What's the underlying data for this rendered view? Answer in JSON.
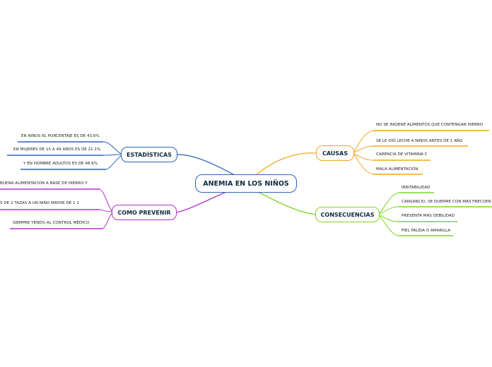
{
  "central": {
    "label": "ANEMIA EN LOS NIÑOS",
    "color": "#2b63b8"
  },
  "branches": {
    "estadisticas": {
      "label": "ESTADÍSTICAS",
      "color": "#2b63b8",
      "items": [
        "EN NIÑOS EL PORCENTAJE ES DE 43.6%",
        "EN MUJERES DE 15 A 49 AÑOS ES DE 21.1%",
        "Y EN HOMBRE ADULTOS ES DE 48.6%"
      ]
    },
    "como_prevenir": {
      "label": "COMO PREVENIR",
      "color": "#b62fd4",
      "items": [
        "BUENA ALIMENTACION A BASE DE HIERRO Y",
        "S DE 2 TAZAS A UN NIÑO MAYOR DE 1 2",
        "SIEMPRE YENDO AL CONTROL MÉDICO"
      ]
    },
    "causas": {
      "label": "CAUSAS",
      "color": "#f5a623",
      "items": [
        "NO SE INGIERE ALIMENTOS QUE CONTENGAN HIERRO",
        "SE LE DIÓ LECHE A NIÑOS ANTES DE 1 AÑO",
        "CARENCIA DE VITAMINA C",
        "MALA ALIMENTACIÓN"
      ]
    },
    "consecuencias": {
      "label": "CONSECUENCIAS",
      "color": "#7ed321",
      "items": [
        "IRRITABILIDAD",
        "CANSANCIO, SE DUERME CON MAS FRECUEN",
        "PRESENTA MAS DEBILIDAD",
        "PIEL PÁLIDA O AMARILLA"
      ]
    }
  }
}
